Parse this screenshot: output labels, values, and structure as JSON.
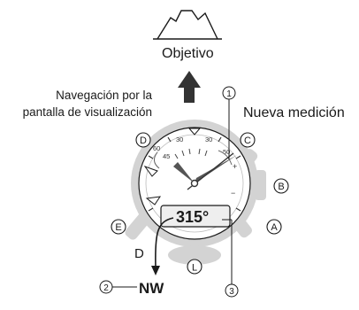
{
  "labels": {
    "objective": "Objetivo",
    "navigation_line1": "Navegación por la",
    "navigation_line2": "pantalla de visualización",
    "new_measurement": "Nueva medición",
    "direction_letter": "D",
    "bearing_display": "315°",
    "compass_direction": "NW"
  },
  "buttons": {
    "A": "A",
    "B": "B",
    "C": "C",
    "D": "D",
    "E": "E",
    "L": "L"
  },
  "callouts": {
    "one": "1",
    "two": "2",
    "three": "3"
  },
  "dial_marks": {
    "top_left": "30",
    "top_right": "30",
    "left_upper": "60",
    "left_lower": "45",
    "right_upper": "50",
    "plus": "+",
    "minus": "−"
  },
  "colors": {
    "case": "#d3d3d3",
    "ink": "#1a1a1a",
    "display": "#eeeeee"
  }
}
